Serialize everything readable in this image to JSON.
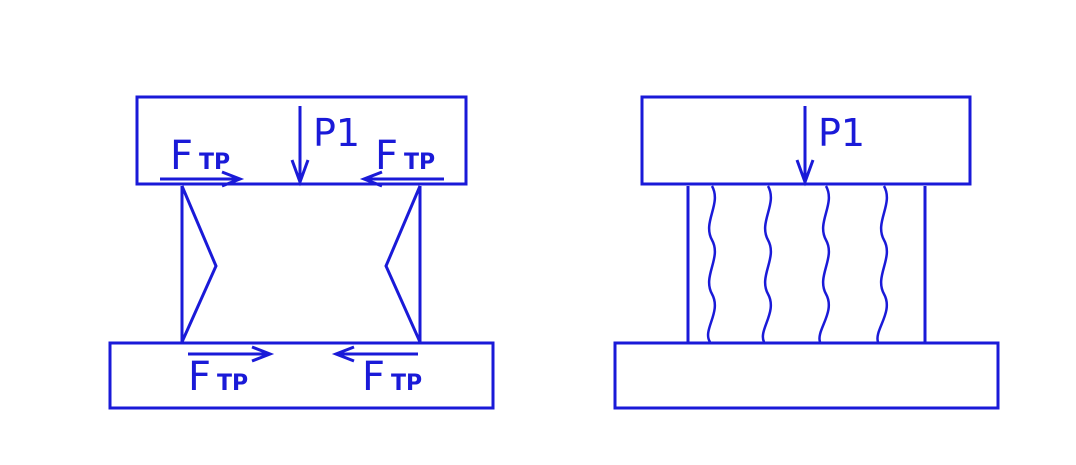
{
  "left_diagram": {
    "load_label": "P1",
    "friction_top_left": {
      "main": "F",
      "sub": "ТР"
    },
    "friction_top_right": {
      "main": "F",
      "sub": "ТР"
    },
    "friction_bottom_left": {
      "main": "F",
      "sub": "ТР"
    },
    "friction_bottom_right": {
      "main": "F",
      "sub": "ТР"
    }
  },
  "right_diagram": {
    "load_label": "P1"
  },
  "colors": {
    "line": "#1a1ad8",
    "background": "#ffffff"
  }
}
